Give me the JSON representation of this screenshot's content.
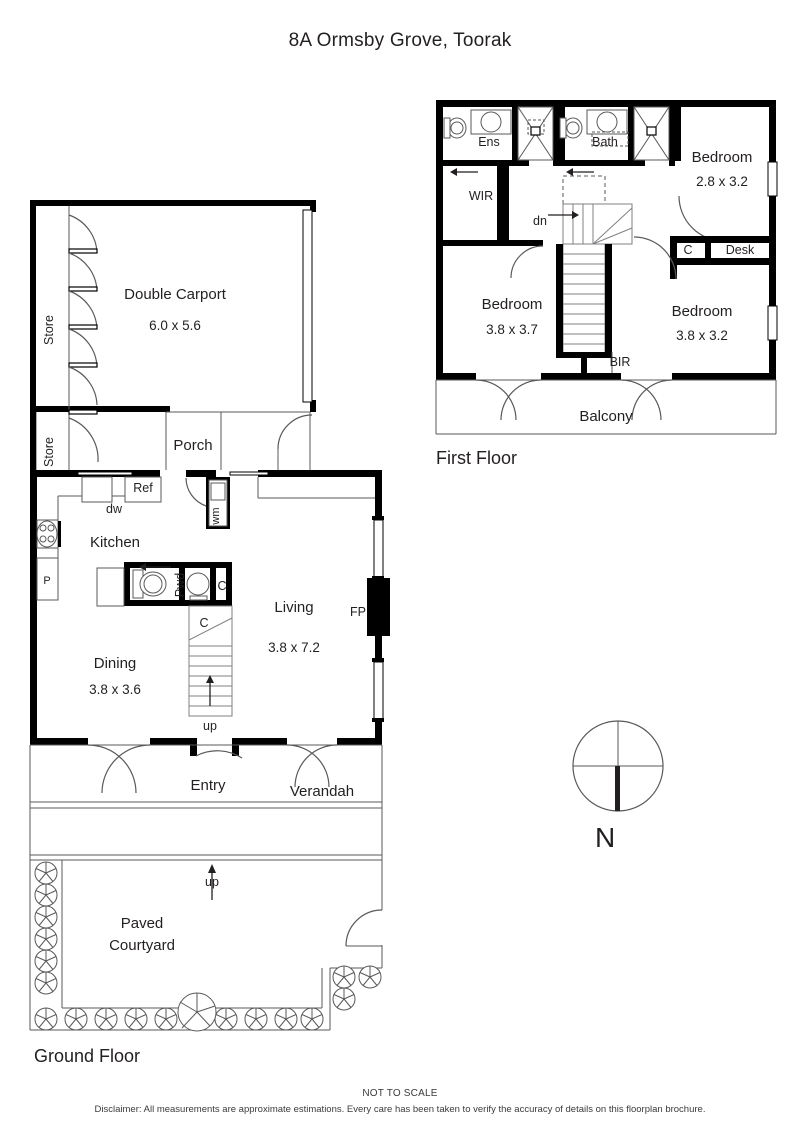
{
  "title": "8A Ormsby Grove, Toorak",
  "floors": {
    "ground_label": "Ground Floor",
    "first_label": "First Floor"
  },
  "compass": {
    "label": "N"
  },
  "footer": {
    "scale_note": "NOT TO SCALE",
    "disclaimer": "Disclaimer: All measurements are approximate estimations. Every care has been taken to verify the accuracy of details on this floorplan brochure."
  },
  "ground_floor": {
    "rooms": [
      {
        "name": "Double Carport",
        "dimensions": "6.0 x 5.6"
      },
      {
        "name": "Store",
        "dimensions": ""
      },
      {
        "name": "Store",
        "dimensions": ""
      },
      {
        "name": "Porch",
        "dimensions": ""
      },
      {
        "name": "Kitchen",
        "dimensions": ""
      },
      {
        "name": "Dining",
        "dimensions": "3.8 x 3.6"
      },
      {
        "name": "Living",
        "dimensions": "3.8 x 7.2"
      },
      {
        "name": "Entry",
        "dimensions": ""
      },
      {
        "name": "Verandah",
        "dimensions": ""
      },
      {
        "name": "Paved Courtyard",
        "dimensions": ""
      }
    ],
    "labels": {
      "carport": "Double Carport",
      "carport_dim": "6.0 x 5.6",
      "store_1": "Store",
      "store_2": "Store",
      "porch": "Porch",
      "ref": "Ref",
      "dw": "dw",
      "wm": "wm",
      "kitchen": "Kitchen",
      "pantry": "P",
      "pwd": "Pwd",
      "cupboard_1": "C",
      "cupboard_2": "C",
      "dining": "Dining",
      "dining_dim": "3.8 x 3.6",
      "living": "Living",
      "living_dim": "3.8 x 7.2",
      "fireplace": "FP",
      "entry": "Entry",
      "verandah": "Verandah",
      "stairs_up": "up",
      "courtyard_up": "up",
      "courtyard_line1": "Paved",
      "courtyard_line2": "Courtyard"
    }
  },
  "first_floor": {
    "rooms": [
      {
        "name": "Bedroom",
        "dimensions": "2.8 x 3.2"
      },
      {
        "name": "Bedroom",
        "dimensions": "3.8 x 3.7"
      },
      {
        "name": "Bedroom",
        "dimensions": "3.8 x 3.2"
      },
      {
        "name": "Balcony",
        "dimensions": ""
      }
    ],
    "labels": {
      "ens": "Ens",
      "bath": "Bath",
      "wir": "WIR",
      "stairs_dn": "dn",
      "bedroom_1": "Bedroom",
      "bedroom_1_dim": "2.8 x 3.2",
      "bedroom_2": "Bedroom",
      "bedroom_2_dim": "3.8 x 3.7",
      "bedroom_3": "Bedroom",
      "bedroom_3_dim": "3.8 x 3.2",
      "cupboard": "C",
      "desk": "Desk",
      "bir": "BIR",
      "balcony": "Balcony"
    }
  },
  "colors": {
    "wall": "#000000",
    "thin": "#58595b",
    "text": "#231f20",
    "background": "#ffffff"
  }
}
